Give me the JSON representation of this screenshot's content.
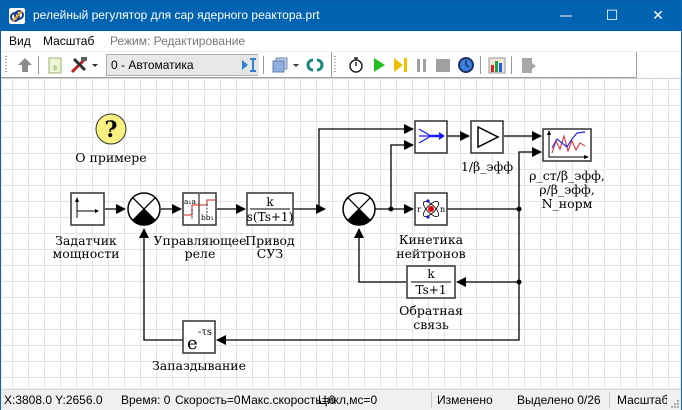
{
  "window": {
    "title": "релейный регулятор для сар ядерного реактора.prt",
    "controls": {
      "minimize": "—",
      "maximize": "☐",
      "close": "✕"
    }
  },
  "menu": {
    "items": [
      "Вид",
      "Масштаб"
    ],
    "mode_label": "Режим: Редактирование"
  },
  "toolbar": {
    "mode_select_value": "0 - Автоматика",
    "icons": [
      "up-arrow-icon",
      "script-icon",
      "tools-icon",
      "dropdown-arrow-icon",
      "mode-select",
      "step-icon",
      "layers-icon",
      "dropdown-arrow-icon",
      "link-icon",
      "stopwatch-icon",
      "play-icon",
      "step-forward-icon",
      "pause-icon",
      "stop-icon",
      "clock-icon",
      "bar-chart-icon",
      "export-icon"
    ]
  },
  "diagram": {
    "blocks": {
      "about": {
        "label": "О примере",
        "glyph": "?"
      },
      "setpoint": {
        "label_line1": "Задатчик",
        "label_line2": "мощности"
      },
      "relay": {
        "label_line1": "Управляющее",
        "label_line2": "реле",
        "glyph_a": "a₁a",
        "glyph_b": "bb₁"
      },
      "drive": {
        "label_line1": "Привод",
        "label_line2": "СУЗ",
        "numerator": "k",
        "denominator": "s(Ts+1)"
      },
      "kinetics": {
        "label_line1": "Кинетика",
        "label_line2": "нейтронов",
        "in_port": "r",
        "out_port": "n"
      },
      "gain": {
        "label": "1/β_эфф"
      },
      "plot": {
        "label_line1": "ρ_ст/β_эфф,",
        "label_line2": "ρ/β_эфф,",
        "label_line3": "N_норм"
      },
      "feedback": {
        "label_line1": "Обратная",
        "label_line2": "связь",
        "numerator": "k",
        "denominator": "Ts+1"
      },
      "delay": {
        "label": "Запаздывание",
        "base": "e",
        "exponent": "-τs"
      }
    },
    "colors": {
      "mux": "#1a1aff",
      "plot_red": "#e0202a",
      "plot_blue": "#2a2ae0",
      "help_fill": "#f8f080",
      "atom_red": "#e00000",
      "atom_blue": "#1020d0"
    }
  },
  "status": {
    "coords": "X:3808.0  Y:2656.0",
    "time": "Время: 0",
    "speed": "Скорость=0",
    "max_speed": "Макс.скорость=0",
    "cycle": "Цикл,мс=0",
    "modified": "Изменено",
    "selected": "Выделено 0/26",
    "scale": "Масштаб"
  }
}
